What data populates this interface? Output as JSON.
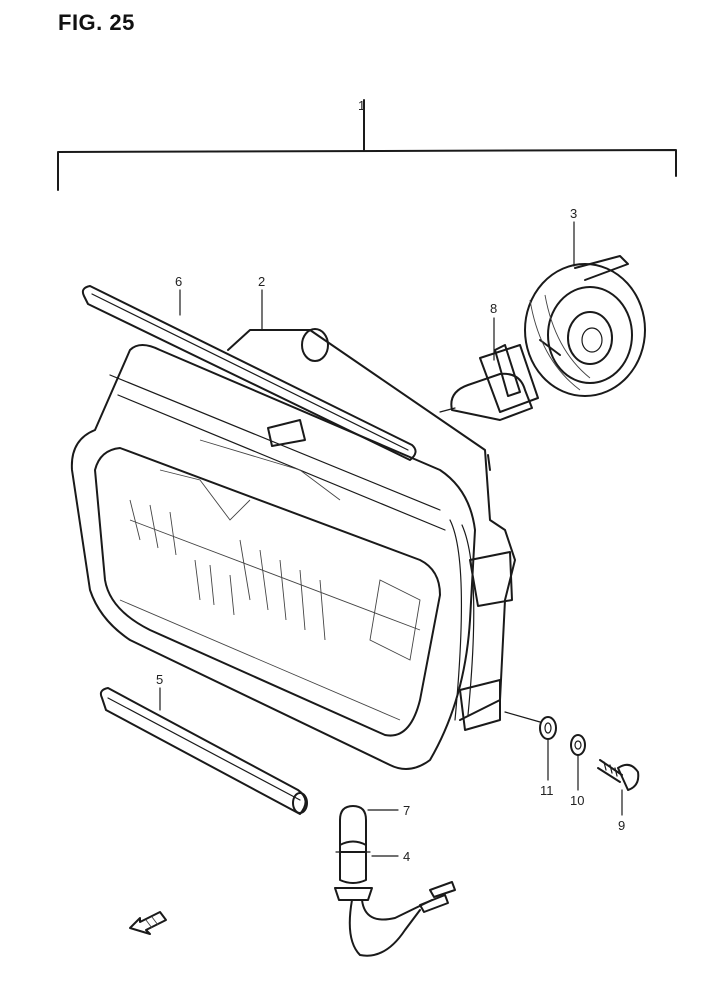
{
  "figure": {
    "title": "FIG. 25"
  },
  "callouts": [
    {
      "id": "1",
      "label": "1"
    },
    {
      "id": "2",
      "label": "2"
    },
    {
      "id": "3",
      "label": "3"
    },
    {
      "id": "4",
      "label": "4"
    },
    {
      "id": "5",
      "label": "5"
    },
    {
      "id": "6",
      "label": "6"
    },
    {
      "id": "7",
      "label": "7"
    },
    {
      "id": "8",
      "label": "8"
    },
    {
      "id": "9",
      "label": "9"
    },
    {
      "id": "10",
      "label": "10"
    },
    {
      "id": "11",
      "label": "11"
    }
  ],
  "parts": [
    {
      "name": "headlight-assembly",
      "callout": "1"
    },
    {
      "name": "headlight-housing",
      "callout": "2"
    },
    {
      "name": "bulb-socket-cover",
      "callout": "3"
    },
    {
      "name": "position-lamp-socket",
      "callout": "4"
    },
    {
      "name": "lower-rubber-strip",
      "callout": "5"
    },
    {
      "name": "upper-rubber-strip",
      "callout": "6"
    },
    {
      "name": "position-lamp-bulb",
      "callout": "7"
    },
    {
      "name": "headlight-bulb",
      "callout": "8"
    },
    {
      "name": "mounting-screw",
      "callout": "9"
    },
    {
      "name": "lock-washer",
      "callout": "10"
    },
    {
      "name": "flat-washer",
      "callout": "11"
    }
  ],
  "icons": {
    "direction": "front-arrow-icon"
  },
  "colors": {
    "ink": "#1a1a1a",
    "paper": "#ffffff"
  }
}
